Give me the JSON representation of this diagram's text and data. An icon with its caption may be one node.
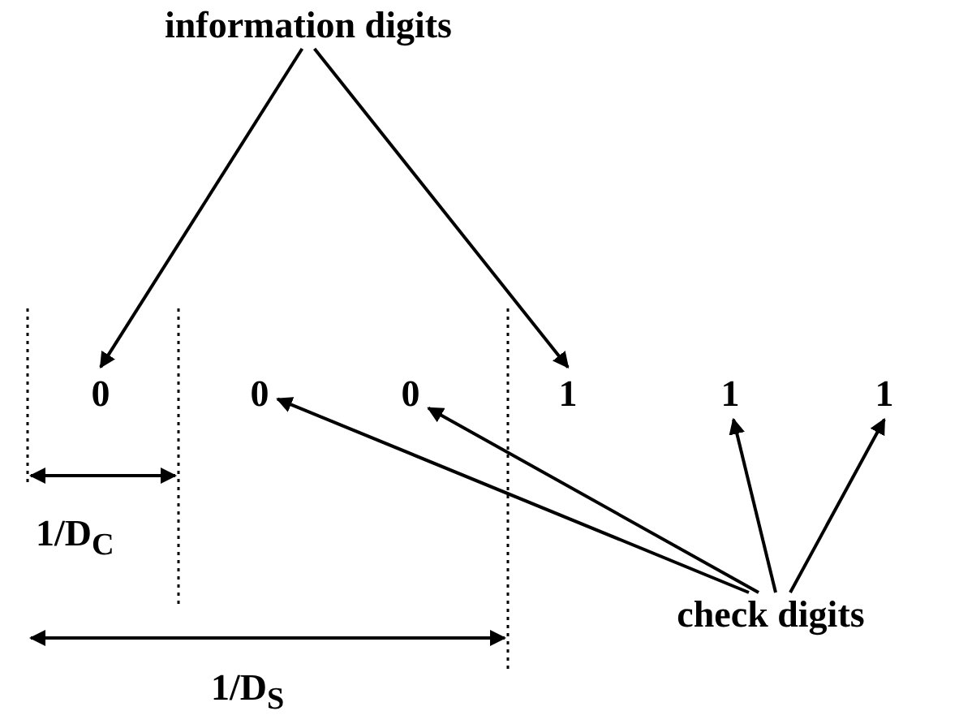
{
  "diagram": {
    "nodes": [
      {
        "text": [
          "information digits"
        ]
      },
      {
        "text": [
          "0"
        ]
      },
      {
        "text": [
          "0"
        ]
      },
      {
        "text": [
          "0"
        ]
      },
      {
        "text": [
          "1"
        ]
      },
      {
        "text": [
          "1"
        ]
      },
      {
        "text": [
          "1"
        ]
      },
      {
        "text": [
          "check digits"
        ]
      }
    ],
    "edges": [
      {
        "from": 0,
        "to": 1,
        "arrow": "to"
      },
      {
        "from": 0,
        "to": 4,
        "arrow": "to"
      },
      {
        "from": 7,
        "to": 2,
        "arrow": "to"
      },
      {
        "from": 7,
        "to": 3,
        "arrow": "to"
      },
      {
        "from": 7,
        "to": 5,
        "arrow": "to"
      },
      {
        "from": 7,
        "to": 6,
        "arrow": "to"
      }
    ],
    "labels": [
      "1/D$_{C}$",
      "1/D$_{S}$"
    ]
  }
}
